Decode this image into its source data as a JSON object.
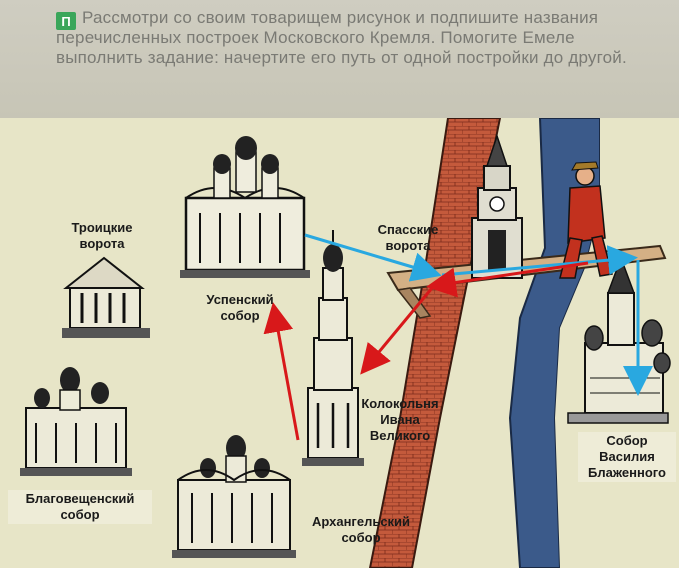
{
  "task": {
    "badge": "П",
    "text": "Рассмотри со своим товарищем рисунок и подпишите названия перечисленных построек Московского Кремля. Помогите Емеле выполнить задание: начертите его путь от одной постройки до другой."
  },
  "labels": {
    "troitskie": "Троицкие ворота",
    "uspensky": "Успенский собор",
    "spasskie": "Спасские ворота",
    "kolokolnya": "Колокольня Ивана Великого",
    "blagoveshchensky": "Благовещенский собор",
    "arkhangelsky": "Архангельский собор",
    "vasily": "Собор Василия Блаженного"
  },
  "colors": {
    "route_red": "#d8181a",
    "route_blue": "#29a8e0",
    "river": "#3b5a8a",
    "wall": "#b0513a"
  }
}
